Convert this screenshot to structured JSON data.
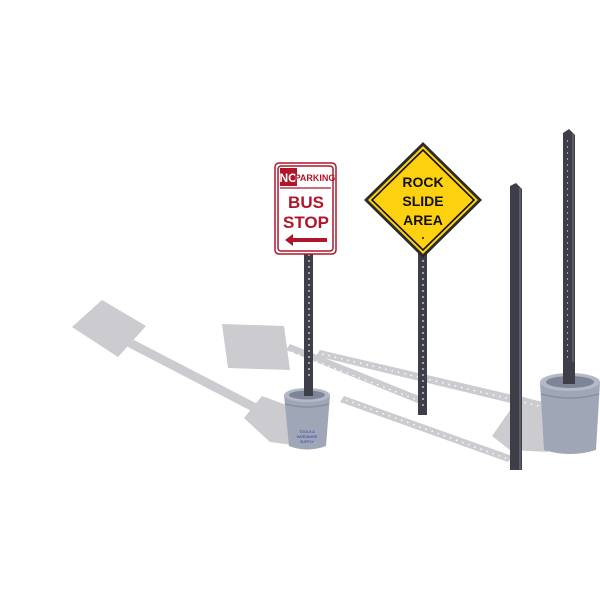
{
  "bus_stop_sign": {
    "no_label": "NO",
    "parking_label": "PARKING",
    "line1": "BUS",
    "line2": "STOP",
    "arrow_icon": "left-arrow-icon",
    "colors": {
      "red": "#b0162b",
      "background": "#ffffff"
    }
  },
  "rock_slide_sign": {
    "line1": "ROCK",
    "line2": "SLIDE",
    "line3": "AREA",
    "colors": {
      "yellow": "#fdd10f",
      "text": "#111111"
    }
  },
  "bucket_label": {
    "line1": "TOOLS &",
    "line2": "HARDWARE",
    "line3": "SUPPLY"
  },
  "colors": {
    "post": "#3d3e48",
    "bucket": "#9fa6b5",
    "shadow": "#cbcbd0"
  }
}
